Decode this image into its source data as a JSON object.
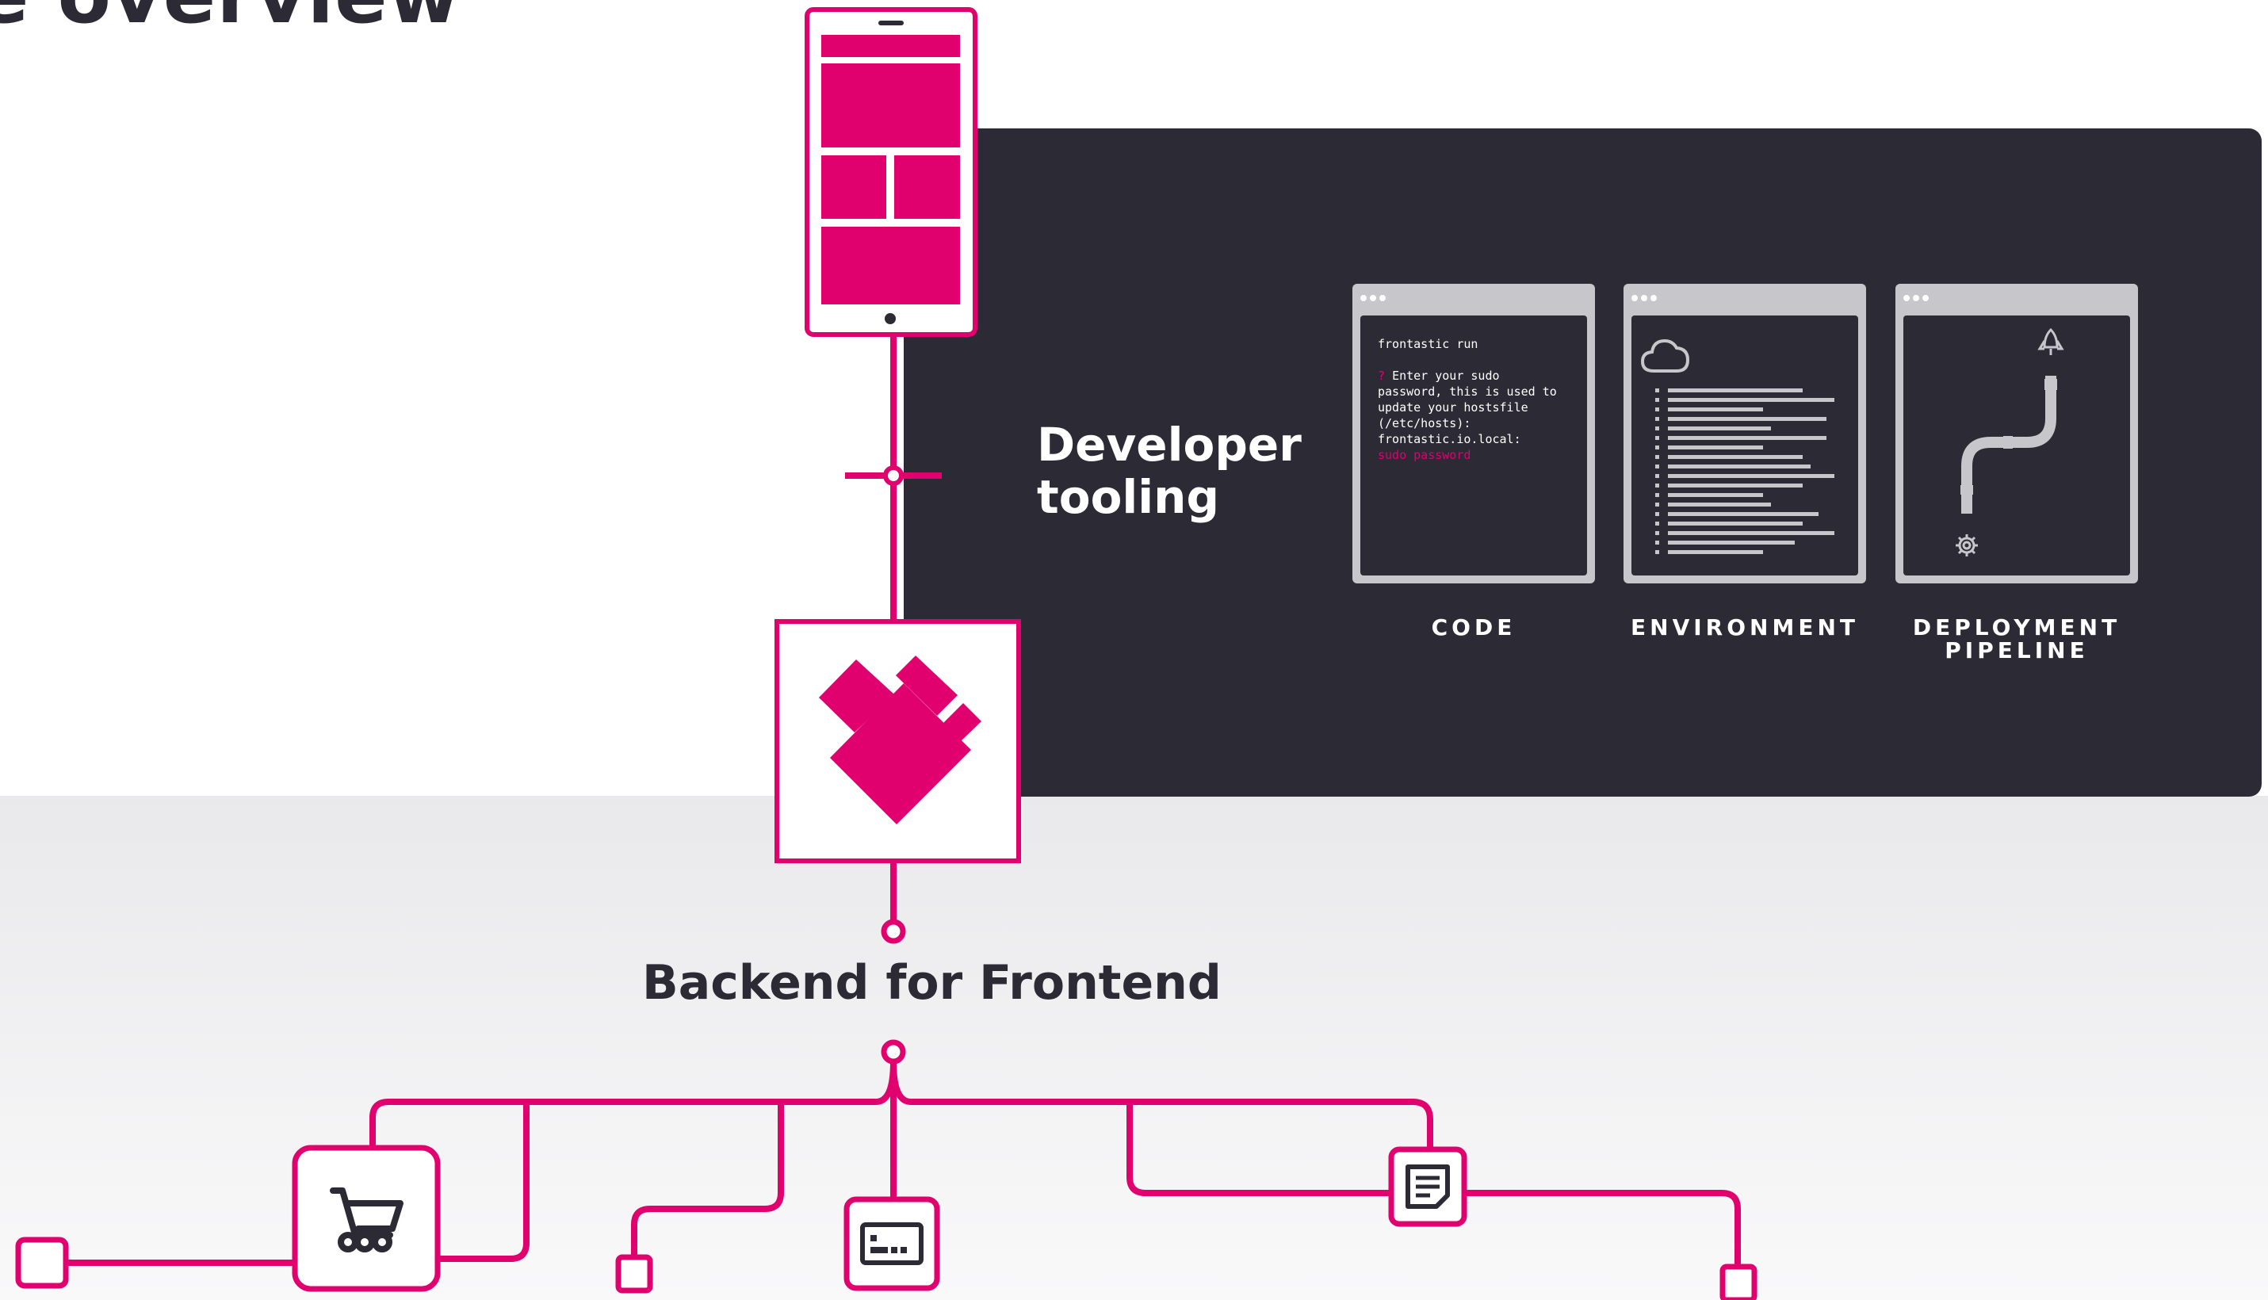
{
  "page": {
    "title_fragment": "e overview"
  },
  "developer_tooling": {
    "title": "Developer\ntooling",
    "windows": [
      {
        "label": "CODE",
        "terminal": {
          "command": "frontastic run",
          "prompt_symbol": "?",
          "prompt_lines": [
            "Enter your sudo",
            "password, this is used to",
            "update your hostsfile",
            "(/etc/hosts):",
            "frontastic.io.local:"
          ],
          "input_placeholder": "sudo password"
        }
      },
      {
        "label": "ENVIRONMENT",
        "icon": "cloud-icon"
      },
      {
        "label": "DEPLOYMENT\nPIPELINE",
        "icons": [
          "rocket-icon",
          "pipeline-icon",
          "gear-icon"
        ]
      }
    ]
  },
  "backend": {
    "logo": "frontastic-logo",
    "title": "Backend for Frontend"
  },
  "integrations": [
    {
      "icon": "shopping-cart-icon"
    },
    {
      "icon": "search-terminal-icon"
    },
    {
      "icon": "content-document-icon"
    }
  ],
  "colors": {
    "accent": "#e0006e",
    "dark": "#2b2a35",
    "window_frame": "#c7c6cb",
    "background_light": "#ebebed"
  }
}
